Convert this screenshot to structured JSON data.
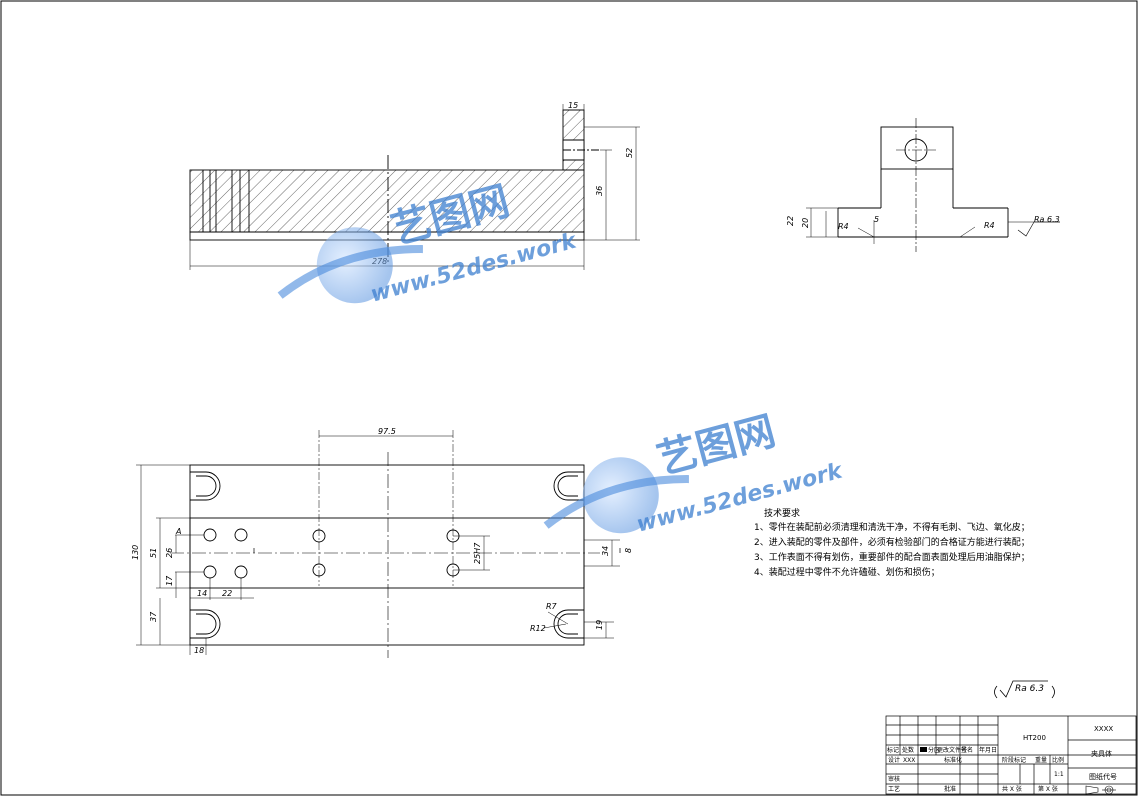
{
  "dims": {
    "top": {
      "d15": "15",
      "d52": "52",
      "d36": "36",
      "d278": "278"
    },
    "side": {
      "d22": "22",
      "d20": "20",
      "r4a": "R4",
      "r4b": "R4",
      "d5": "5",
      "ra": "Ra 6.3"
    },
    "plan": {
      "d97_5": "97.5",
      "d130": "130",
      "d51": "51",
      "d26": "26",
      "d17": "17",
      "d37": "37",
      "d14": "14",
      "d22": "22",
      "d18": "18",
      "dphi": "25H7",
      "d34": "34",
      "d8": "8",
      "r7": "R7",
      "r12": "R12",
      "d19": "19",
      "lbl_a": "A"
    }
  },
  "notes": {
    "title": "技术要求",
    "items": [
      "1、零件在装配前必须清理和清洗干净，不得有毛刺、飞边、氧化皮；",
      "2、进入装配的零件及部件，必须有检验部门的合格证方能进行装配；",
      "3、工作表面不得有划伤，重要部件的配合面表面处理后用油脂保护；",
      "4、装配过程中零件不允许磕碰、划伤和损伤；"
    ]
  },
  "roughness": {
    "label": "Ra 6.3"
  },
  "title_block": {
    "material": "HT200",
    "code": "XXXX",
    "part_name": "夹具体",
    "drawing_no": "图纸代号",
    "scale_label": "比例",
    "scale": "1:1",
    "mass_label": "重量",
    "stage_label": "阶段标记",
    "sheet_total": "共 X 张",
    "sheet_no": "第 X 张",
    "designer_label": "设计",
    "designer": "XXX",
    "std_label": "标准化",
    "check_label": "审核",
    "craft_label": "工艺",
    "approve_label": "批准",
    "rev_mark": "标记",
    "rev_count": "处数",
    "rev_zone": "分区",
    "rev_file": "更改文件号",
    "rev_sign": "签名",
    "rev_date": "年月日"
  },
  "watermarks": [
    {
      "cn": "艺图网",
      "url": "www.52des.work"
    },
    {
      "cn": "艺图网",
      "url": "www.52des.work"
    }
  ],
  "colors": {
    "line": "#000000",
    "watermark": "#3d7fd0"
  }
}
